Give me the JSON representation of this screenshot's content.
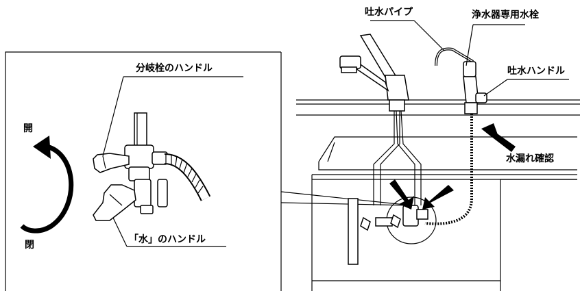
{
  "labels": {
    "spout_pipe": "吐水パイプ",
    "purifier_faucet": "浄水器専用水栓",
    "spout_handle": "吐水ハンドル",
    "leak_check": "水漏れ確認",
    "branch_handle": "分岐栓のハンドル",
    "water_handle": "「水」のハンドル",
    "open": "開",
    "close": "閉"
  },
  "colors": {
    "line": "#000000",
    "background": "#ffffff"
  }
}
